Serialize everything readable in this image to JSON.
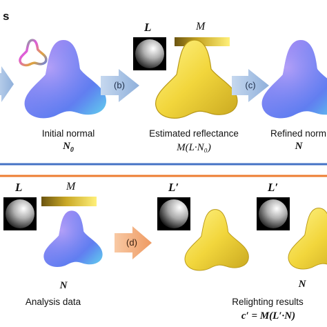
{
  "top_panel": {
    "partial_title": "s",
    "step_b": "(b)",
    "step_c": "(c)",
    "caption_initial": "Initial normal",
    "symbol_initial": "N",
    "symbol_initial_sub": "0",
    "caption_estimated": "Estimated reflectance",
    "formula_estimated": "M(L·N₀)",
    "caption_refined": "Refined norm",
    "symbol_refined": "N",
    "legend_L": "L",
    "legend_M": "M"
  },
  "bottom_panel": {
    "legend_L": "L",
    "legend_M": "M",
    "step_d": "(d)",
    "symbol_normal": "N",
    "caption_analysis": "Analysis data",
    "legend_L_prime_1": "L′",
    "legend_L_prime_2": "L′",
    "symbol_normal_2": "N",
    "caption_relighting": "Relighting results",
    "formula_relighting": "c′ = M(L′·N)"
  },
  "colors": {
    "top_border": "#4472c4",
    "bottom_border": "#ed7d31",
    "arrow_blue": "#a9c4e4",
    "arrow_orange": "#f4b183",
    "shape_yellow": "#f2d63c",
    "normal_blue": "#5b7cf0",
    "normal_magenta": "#d86ef0",
    "normal_cyan": "#5fd6ee"
  },
  "icons": [
    "sphere-icon",
    "arrow-right-icon",
    "trefoil-shape-icon"
  ]
}
